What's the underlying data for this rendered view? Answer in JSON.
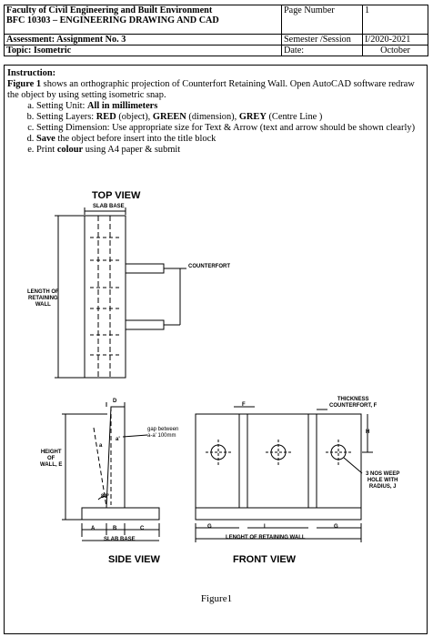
{
  "header": {
    "faculty": "Faculty of Civil Engineering and Built Environment",
    "course": "BFC 10303 – ENGINEERING DRAWING AND CAD",
    "assessment": "Assessment: Assignment No. 3",
    "topic": "Topic: Isometric",
    "page_number_label": "Page Number",
    "page_number_value": "1",
    "semester_label": "Semester /Session",
    "semester_value": "I/2020-2021",
    "date_label": "Date:",
    "date_value": "October"
  },
  "instruction": {
    "heading": "Instruction:",
    "fig_ref": "Figure 1",
    "intro": " shows an orthographic projection of Counterfort Retaining Wall. Open AutoCAD software redraw the object by using setting isometric snap.",
    "items": [
      {
        "pre": "Setting Unit: ",
        "bold": "All in millimeters",
        "post": ""
      },
      {
        "pre": "Setting Layers: ",
        "bold": "RED",
        "post": " (object), ",
        "bold2": "GREEN",
        "post2": " (dimension), ",
        "bold3": "GREY",
        "post3": " (Centre Line )"
      },
      {
        "pre": "Setting Dimension: Use appropriate size for Text & Arrow (text and arrow should be shown clearly)"
      },
      {
        "pre": "",
        "bold": "Save",
        "post": " the object before insert into the title block"
      },
      {
        "pre": "Print ",
        "bold": "colour",
        "post": " using A4 paper & submit"
      }
    ]
  },
  "drawing": {
    "top_view_title": "TOP VIEW",
    "slab_base": "SLAB BASE",
    "counterfort": "COUNTERFORT",
    "length_of_wall_1": "LENGTH OF",
    "length_of_wall_2": "RETAINING",
    "length_of_wall_3": "WALL",
    "side_view_title": "SIDE VIEW",
    "front_view_title": "FRONT VIEW",
    "height_1": "HEIGHT",
    "height_2": "OF",
    "height_3": "WALL, E",
    "gap_1": "gap between",
    "gap_2": "a-a' 100mm",
    "angle": "80°",
    "dim_a": "A",
    "dim_b": "B",
    "dim_c": "C",
    "dim_d": "D",
    "dim_f": "F",
    "dim_g": "G",
    "dim_h": "H",
    "dim_i": "I",
    "dim_a_small": "a",
    "dim_a_prime": "a'",
    "slab_base_side": "SLAB BASE",
    "thickness_1": "THICKNESS",
    "thickness_2": "COUNTERFORT, F",
    "weep_1": "3 NOS WEEP",
    "weep_2": "HOLE WITH",
    "weep_3": "RADIUS, J",
    "front_length": "LENGHT OF RETAINING WALL",
    "caption": "Figure1"
  }
}
